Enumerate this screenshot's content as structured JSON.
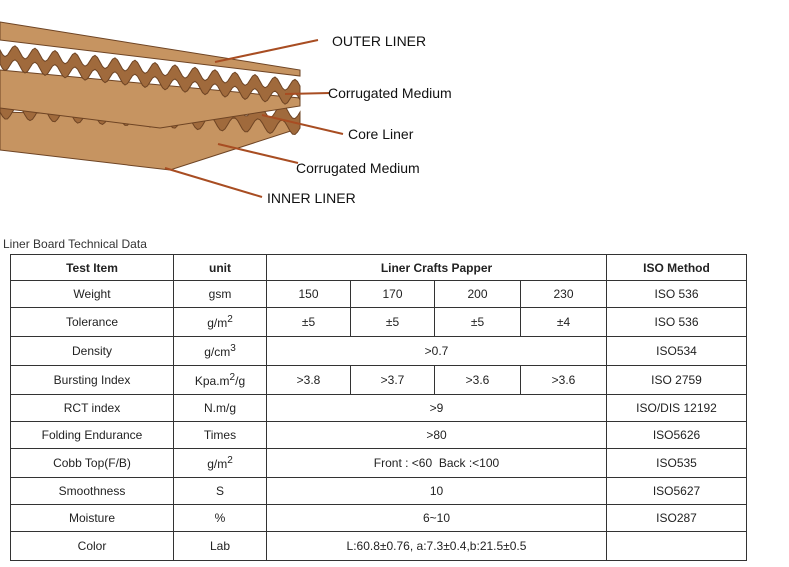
{
  "diagram": {
    "labels": {
      "outer_liner": "OUTER LINER",
      "medium_top": "Corrugated Medium",
      "core_liner": "Core Liner",
      "medium_bottom": "Corrugated Medium",
      "inner_liner": "INNER LINER"
    },
    "colors": {
      "liner": "#c69461",
      "medium": "#a06a3c",
      "shadow": "#6e4424",
      "leader": "#a84d22"
    }
  },
  "caption": "Liner Board Technical Data",
  "table": {
    "headers": {
      "test_item": "Test Item",
      "unit": "unit",
      "values": "Liner Crafts Papper",
      "iso": "ISO Method"
    },
    "rows": {
      "weight": {
        "item": "Weight",
        "unit": "gsm",
        "v1": "150",
        "v2": "170",
        "v3": "200",
        "v4": "230",
        "iso": "ISO 536"
      },
      "tolerance": {
        "item": "Tolerance",
        "unit_base": "g/m",
        "unit_sup": "2",
        "v1": "±5",
        "v2": "±5",
        "v3": "±5",
        "v4": "±4",
        "iso": "ISO 536"
      },
      "density": {
        "item": "Density",
        "unit_base": "g/cm",
        "unit_sup": "3",
        "value": ">0.7",
        "iso": "ISO534"
      },
      "bursting": {
        "item": "Bursting Index",
        "unit_base": "Kpa.m",
        "unit_sup": "2",
        "unit_tail": "/g",
        "v1": ">3.8",
        "v2": ">3.7",
        "v3": ">3.6",
        "v4": ">3.6",
        "iso": "ISO 2759"
      },
      "rct": {
        "item": "RCT index",
        "unit": "N.m/g",
        "value": ">9",
        "iso": "ISO/DIS 12192"
      },
      "folding": {
        "item": "Folding Endurance",
        "unit": "Times",
        "value": ">80",
        "iso": "ISO5626"
      },
      "cobb": {
        "item": "Cobb Top(F/B)",
        "unit_base": "g/m",
        "unit_sup": "2",
        "value": "Front : <60  Back :<100",
        "iso": "ISO535"
      },
      "smoothness": {
        "item": "Smoothness",
        "unit": "S",
        "value": "10",
        "iso": "ISO5627"
      },
      "moisture": {
        "item": "Moisture",
        "unit": "%",
        "value": "6~10",
        "iso": "ISO287"
      },
      "color": {
        "item": "Color",
        "unit": "Lab",
        "value": "L:60.8±0.76, a:7.3±0.4,b:21.5±0.5",
        "iso": ""
      }
    }
  }
}
